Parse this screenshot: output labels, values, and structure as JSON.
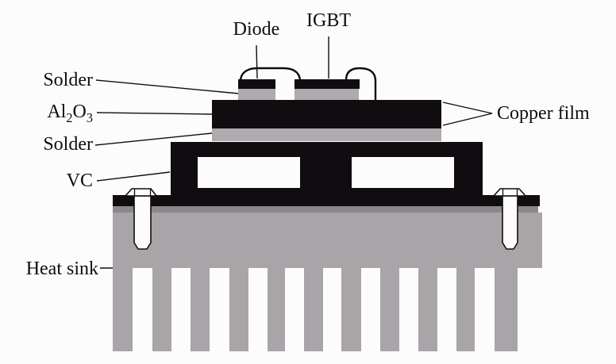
{
  "figure": {
    "labels": {
      "diode": "Diode",
      "igbt": "IGBT",
      "solder_die": "Solder",
      "al2o3": {
        "b1": "Al",
        "s1": "2",
        "b2": "O",
        "s2": "3"
      },
      "solder_substrate": "Solder",
      "vc": "VC",
      "heat_sink": "Heat sink",
      "copper_film": "Copper film"
    },
    "colors": {
      "ink": "#100c10",
      "solder": "#aeaaae",
      "heat_sink": "#a8a4a8",
      "interface": "#8b878b",
      "background": "#fdfcfd"
    }
  }
}
